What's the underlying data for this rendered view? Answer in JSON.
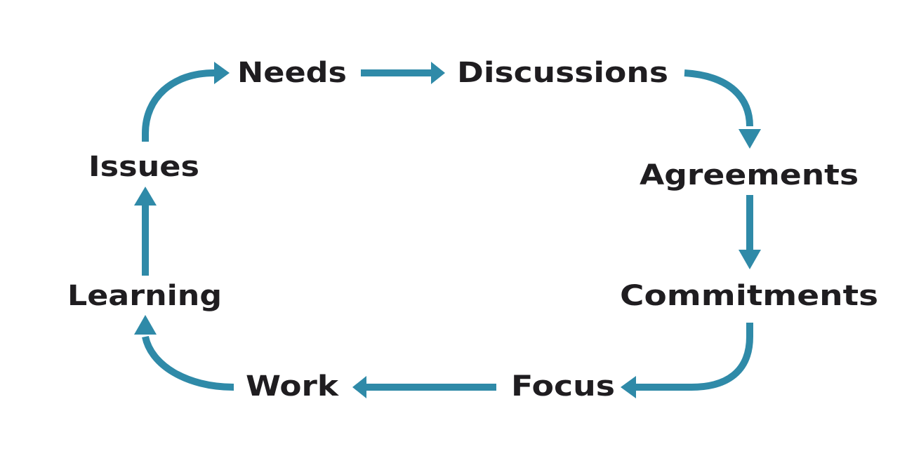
{
  "diagram": {
    "colors": {
      "arrow": "#2f8aa8",
      "text": "#1f1d20",
      "background": "#ffffff"
    },
    "nodes": [
      {
        "id": "needs",
        "label": "Needs"
      },
      {
        "id": "discussions",
        "label": "Discussions"
      },
      {
        "id": "agreements",
        "label": "Agreements"
      },
      {
        "id": "commitments",
        "label": "Commitments"
      },
      {
        "id": "focus",
        "label": "Focus"
      },
      {
        "id": "work",
        "label": "Work"
      },
      {
        "id": "learning",
        "label": "Learning"
      },
      {
        "id": "issues",
        "label": "Issues"
      }
    ],
    "edges": [
      {
        "from": "needs",
        "to": "discussions"
      },
      {
        "from": "discussions",
        "to": "agreements"
      },
      {
        "from": "agreements",
        "to": "commitments"
      },
      {
        "from": "commitments",
        "to": "focus"
      },
      {
        "from": "focus",
        "to": "work"
      },
      {
        "from": "work",
        "to": "learning"
      },
      {
        "from": "learning",
        "to": "issues"
      },
      {
        "from": "issues",
        "to": "needs"
      }
    ]
  }
}
